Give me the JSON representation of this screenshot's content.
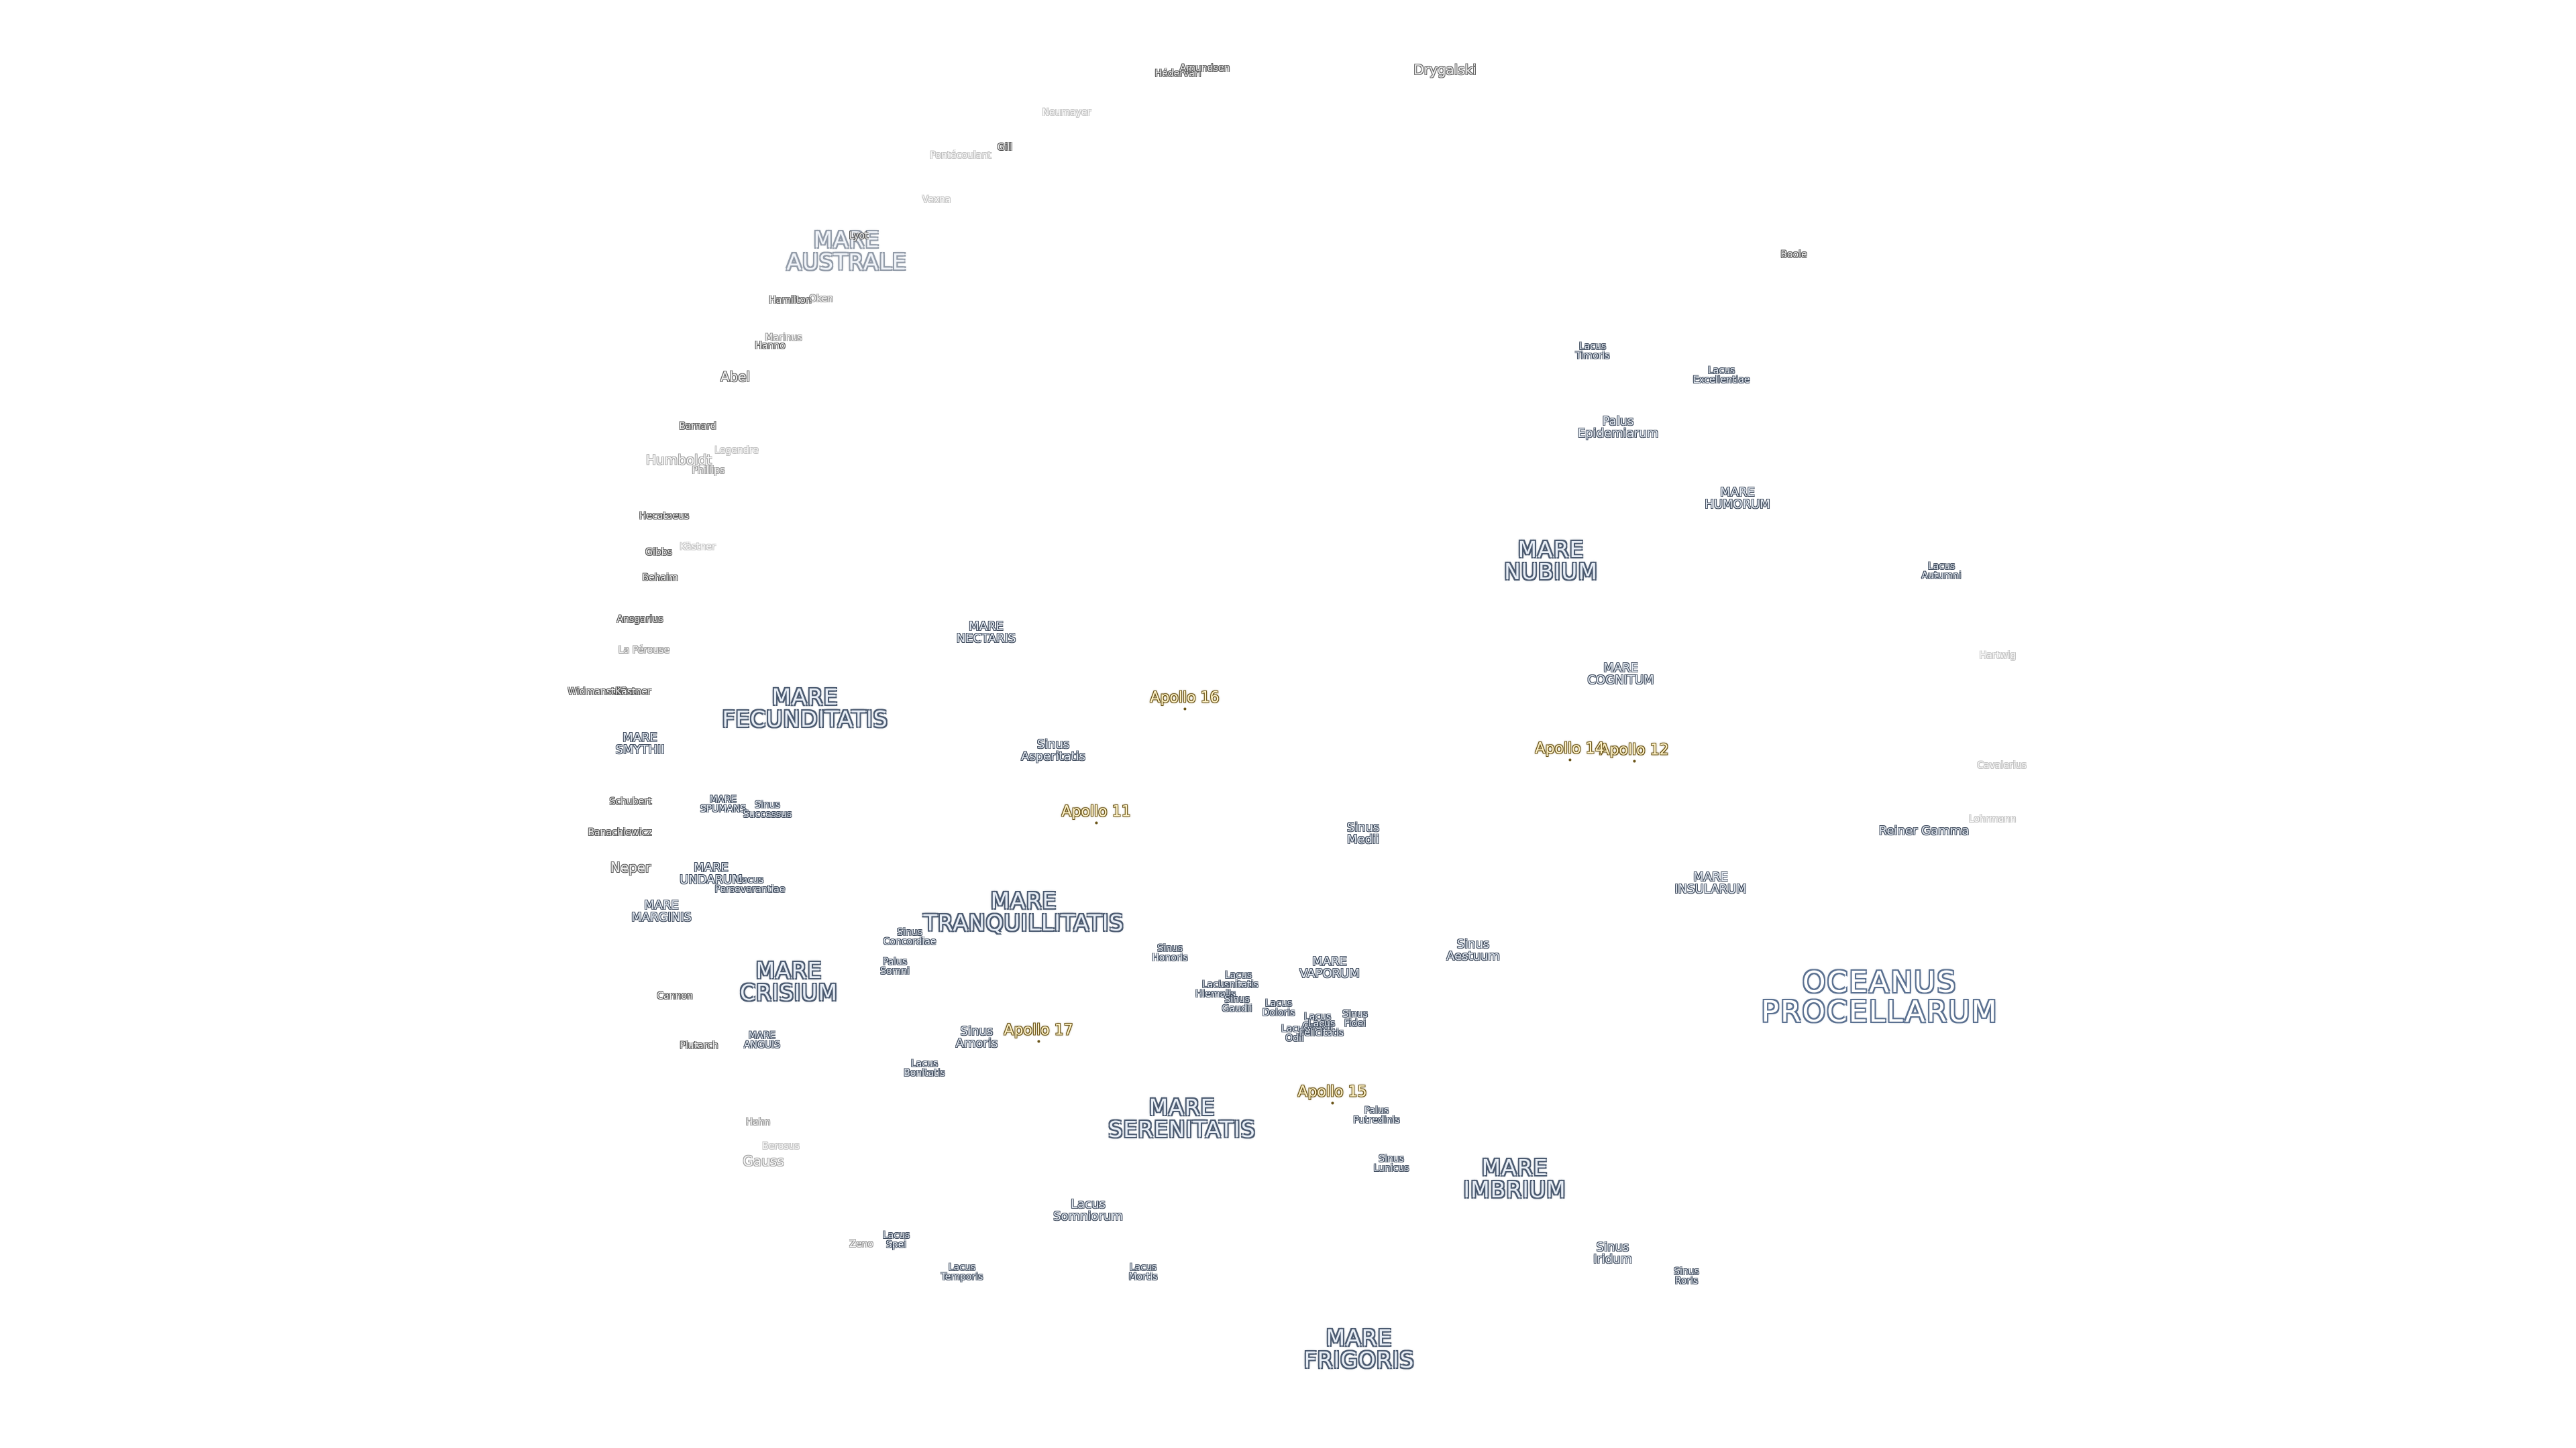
{
  "maria": {
    "oceanus_procellarum": "OCEANUS\nPROCELLARUM",
    "mare_australe": "MARE\nAUSTRALE",
    "mare_fecunditatis": "MARE\nFECUNDITATIS",
    "mare_nectaris": "MARE\nNECTARIS",
    "mare_smythii": "MARE\nSMYTHII",
    "mare_spumans": "MARE\nSPUMANS",
    "mare_undarum": "MARE\nUNDARUM",
    "mare_marginis": "MARE\nMARGINIS",
    "mare_crisium": "MARE\nCRISIUM",
    "mare_anguis": "MARE\nANGUIS",
    "mare_tranquillitatis": "MARE\nTRANQUILLITATIS",
    "mare_serenitatis": "MARE\nSERENITATIS",
    "mare_vaporum": "MARE\nVAPORUM",
    "mare_imbrium": "MARE\nIMBRIUM",
    "mare_frigoris": "MARE\nFRIGORIS",
    "mare_nubium": "MARE\nNUBIUM",
    "mare_humorum": "MARE\nHUMORUM",
    "mare_cognitum": "MARE\nCOGNITUM",
    "mare_insularum": "MARE\nINSULARUM"
  },
  "minor_features": {
    "palus_epidemiarum": "Palus\nEpidemiarum",
    "lacus_timoris": "Lacus\nTimoris",
    "lacus_excellentiae": "Lacus\nExcellentiae",
    "lacus_autumni": "Lacus\nAutumni",
    "sinus_asperitatis": "Sinus\nAsperitatis",
    "sinus_medii": "Sinus\nMedii",
    "sinus_aestuum": "Sinus\nAestuum",
    "sinus_successus": "Sinus\nSuccessus",
    "lacus_perseverantiae": "Lacus\nPerseverantiae",
    "sinus_concordiae": "Sinus\nConcordiae",
    "palus_somni": "Palus\nSomni",
    "sinus_amoris": "Sinus\nAmoris",
    "lacus_bonitatis": "Lacus\nBonitatis",
    "sinus_honoris": "Sinus\nHonoris",
    "lacus_lenitatis": "Lacus\nLenitatis",
    "lacus_hiemalis": "Lacus\nHiemalis",
    "lacus_doloris": "Lacus\nDoloris",
    "sinus_gaudii": "Sinus\nGaudii",
    "lacus_gaudii": "Lacus\nGaudii",
    "lacus_odii": "Lacus\nOdii",
    "lacus_felicitatis": "Lacus\nFelicitatis",
    "sinus_fidei": "Sinus\nFidei",
    "palus_putredinis": "Palus\nPutredinis",
    "sinus_lunicus": "Sinus\nLunicus",
    "lacus_somniorum": "Lacus\nSomniorum",
    "lacus_spei": "Lacus\nSpei",
    "lacus_temporis": "Lacus\nTemporis",
    "lacus_mortis": "Lacus\nMortis",
    "sinus_iridum": "Sinus\nIridum",
    "sinus_roris": "Sinus\nRoris",
    "reiner_gamma": "Reiner Gamma"
  },
  "craters": {
    "drygalski": "Drygalski",
    "hedervari": "Hédervári",
    "amundsen": "Amundsen",
    "neumayer": "Neumayer",
    "gill": "Gill",
    "pontecoulant": "Pontécoulant",
    "vexna": "Vexna",
    "lyot": "Lyot",
    "hamilton": "Hamilton",
    "oken": "Oken",
    "marinus": "Marinus",
    "hanno": "Hanno",
    "abel": "Abel",
    "barnard": "Barnard",
    "humboldt": "Humboldt",
    "legendre": "Legendre",
    "phillips": "Phillips",
    "hecataeus": "Hecataeus",
    "gibbs": "Gibbs",
    "behaim": "Behaim",
    "kastner": "Kästner",
    "ansgarius": "Ansgarius",
    "la_perouse": "La Pérouse",
    "widmanstatten": "Widmanstätten",
    "kastner2": "Kästner",
    "schubert": "Schubert",
    "banachiewicz": "Banachiewicz",
    "neper": "Neper",
    "cannon": "Cannon",
    "plutarch": "Plutarch",
    "hahn": "Hahn",
    "berosus": "Berosus",
    "gauss": "Gauss",
    "zeno": "Zeno",
    "boole": "Boole",
    "hartwig": "Hartwig",
    "cavalier": "Cavalerius",
    "lohrmann": "Lohrmann"
  },
  "apollo_sites": {
    "apollo_11": "Apollo 11",
    "apollo_12": "Apollo 12",
    "apollo_14": "Apollo 14",
    "apollo_15": "Apollo 15",
    "apollo_16": "Apollo 16",
    "apollo_17": "Apollo 17"
  }
}
